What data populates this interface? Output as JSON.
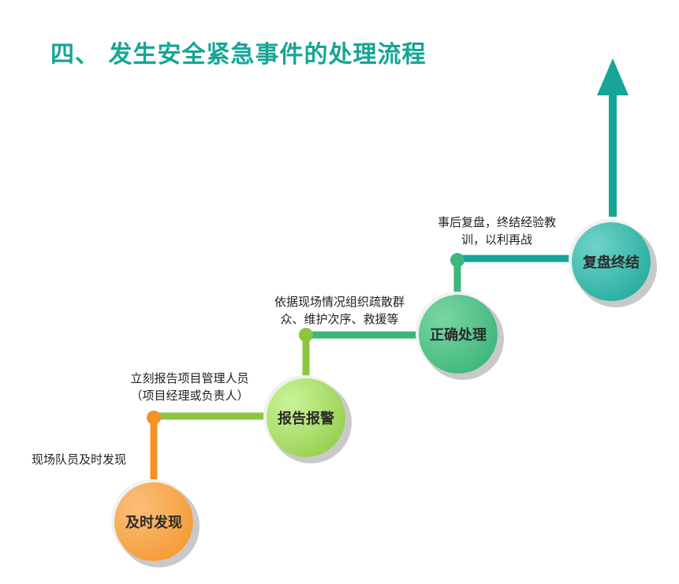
{
  "title": "四、 发生安全紧急事件的处理流程",
  "steps": [
    {
      "name": "及时发现",
      "desc_lines": [
        "现场队员及时发现"
      ],
      "color": "#f39a3a"
    },
    {
      "name": "报告报警",
      "desc_lines": [
        "立刻报告项目管理人员",
        "（项目经理或负责人）"
      ],
      "color": "#9ad94f"
    },
    {
      "name": "正确处理",
      "desc_lines": [
        "依据现场情况组织疏散群",
        "众、维护次序、救援等"
      ],
      "color": "#3dbb7d"
    },
    {
      "name": "复盘终结",
      "desc_lines": [
        "事后复盘，终结经验教",
        "训，以利再战"
      ],
      "color": "#22b0a2"
    }
  ]
}
